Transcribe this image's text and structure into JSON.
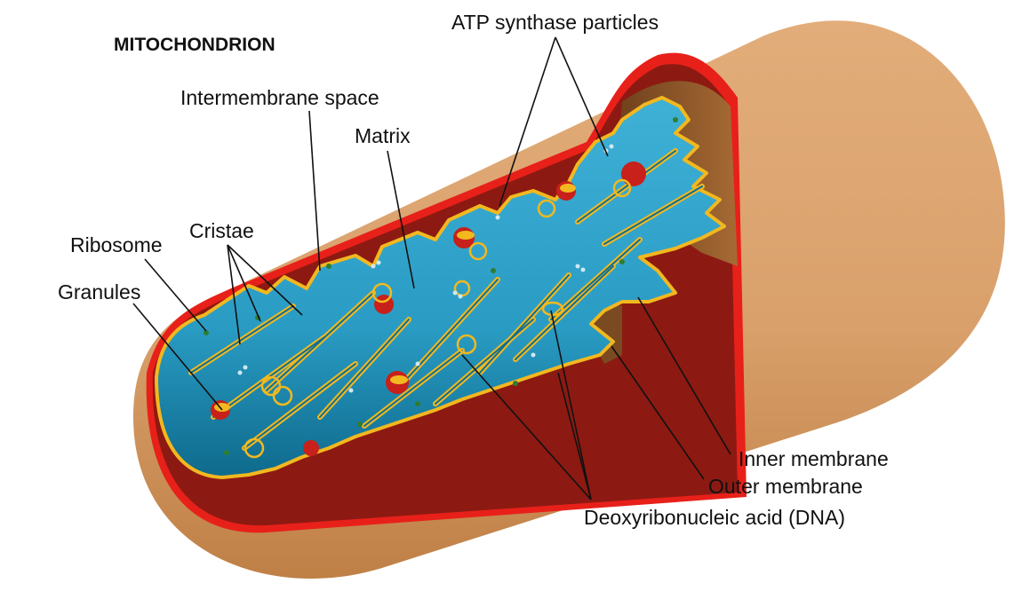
{
  "title": "MITOCHONDRION",
  "labels": {
    "atp": "ATP synthase particles",
    "intermembrane": "Intermembrane space",
    "matrix": "Matrix",
    "cristae": "Cristae",
    "ribosome": "Ribosome",
    "granules": "Granules",
    "inner": "Inner membrane",
    "outer": "Outer membrane",
    "dna": "Deoxyribonucleic acid (DNA)"
  },
  "colors": {
    "outer_shell": "#d9a06b",
    "outer_shell_shade": "#c48448",
    "outer_membrane": "#e8201a",
    "intermembrane": "#8c1a12",
    "matrix": "#2a9cc4",
    "matrix_dark": "#0e6f93",
    "inner_membrane": "#f2b81f",
    "cut_wall": "#8a5428",
    "granule": "#c8201a",
    "ribosome_dot": "#2e7d32"
  }
}
